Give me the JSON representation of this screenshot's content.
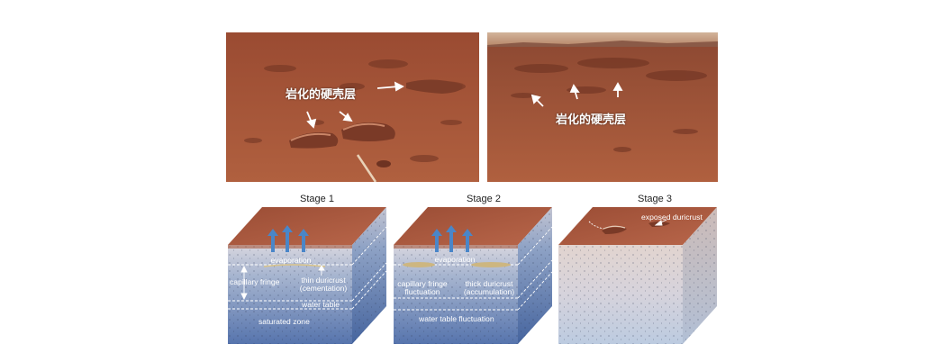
{
  "photos": {
    "left": {
      "label": "岩化的硬壳层"
    },
    "right": {
      "label": "岩化的硬壳层"
    }
  },
  "stages": [
    {
      "title": "Stage 1",
      "labels": {
        "evaporation": "evaporation",
        "capillary_fringe": "capillary fringe",
        "duricrust_line1": "thin duricrust",
        "duricrust_line2": "(cementation)",
        "water_table": "water table",
        "saturated_zone": "saturated zone"
      }
    },
    {
      "title": "Stage 2",
      "labels": {
        "evaporation": "evaporation",
        "capillary_line1": "capillary fringe",
        "capillary_line2": "fluctuation",
        "duricrust_line1": "thick duricrust",
        "duricrust_line2": "(accumulation)",
        "water_table": "water table fluctuation"
      }
    },
    {
      "title": "Stage 3",
      "labels": {
        "exposed": "exposed duricrust"
      }
    }
  ],
  "colors": {
    "mars_soil": "#a8543a",
    "mars_sky": "#c9a58a",
    "water_blue": "#5d7db5",
    "arrow_blue": "#4a86c8",
    "dry_side": "#c4b8bb"
  }
}
